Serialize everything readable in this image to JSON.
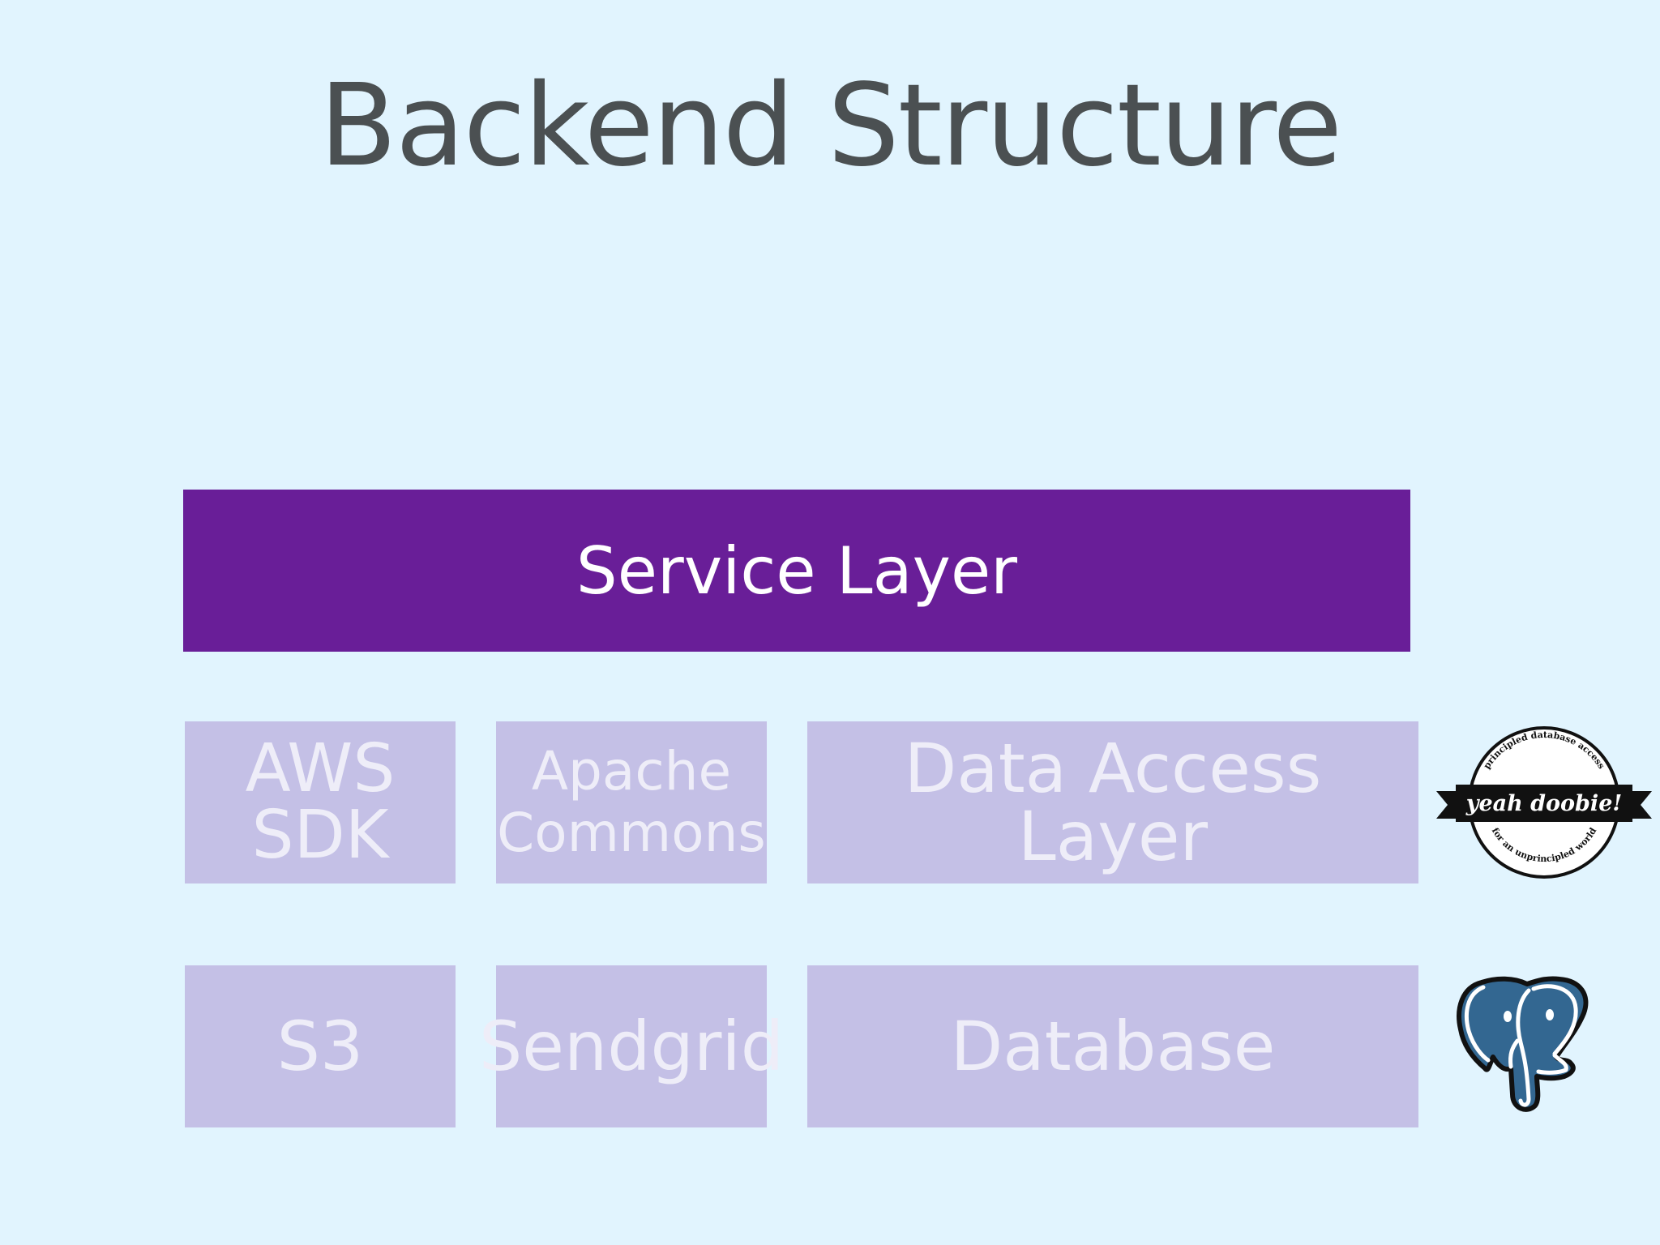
{
  "slide": {
    "title": "Backend Structure"
  },
  "diagram": {
    "service_layer": "Service Layer",
    "row_libraries": [
      {
        "label_line1": "AWS",
        "label_line2": "SDK"
      },
      {
        "label_line1": "Apache",
        "label_line2": "Commons"
      },
      {
        "label": "Data Access Layer"
      }
    ],
    "row_backends": [
      {
        "label": "S3"
      },
      {
        "label": "Sendgrid"
      },
      {
        "label": "Database"
      }
    ]
  },
  "logos": {
    "doobie": {
      "icon": "doobie-logo",
      "top_arc": "principled database access",
      "banner": "yeah doobie!",
      "bottom_arc": "for an unprincipled world"
    },
    "postgres": {
      "icon": "postgresql-elephant-logo"
    }
  },
  "colors": {
    "background": "#e1f4fe",
    "service_layer": "#691e98",
    "component_box": "#c4c0e6",
    "title_text": "#4b5052",
    "postgres_blue": "#336791"
  }
}
